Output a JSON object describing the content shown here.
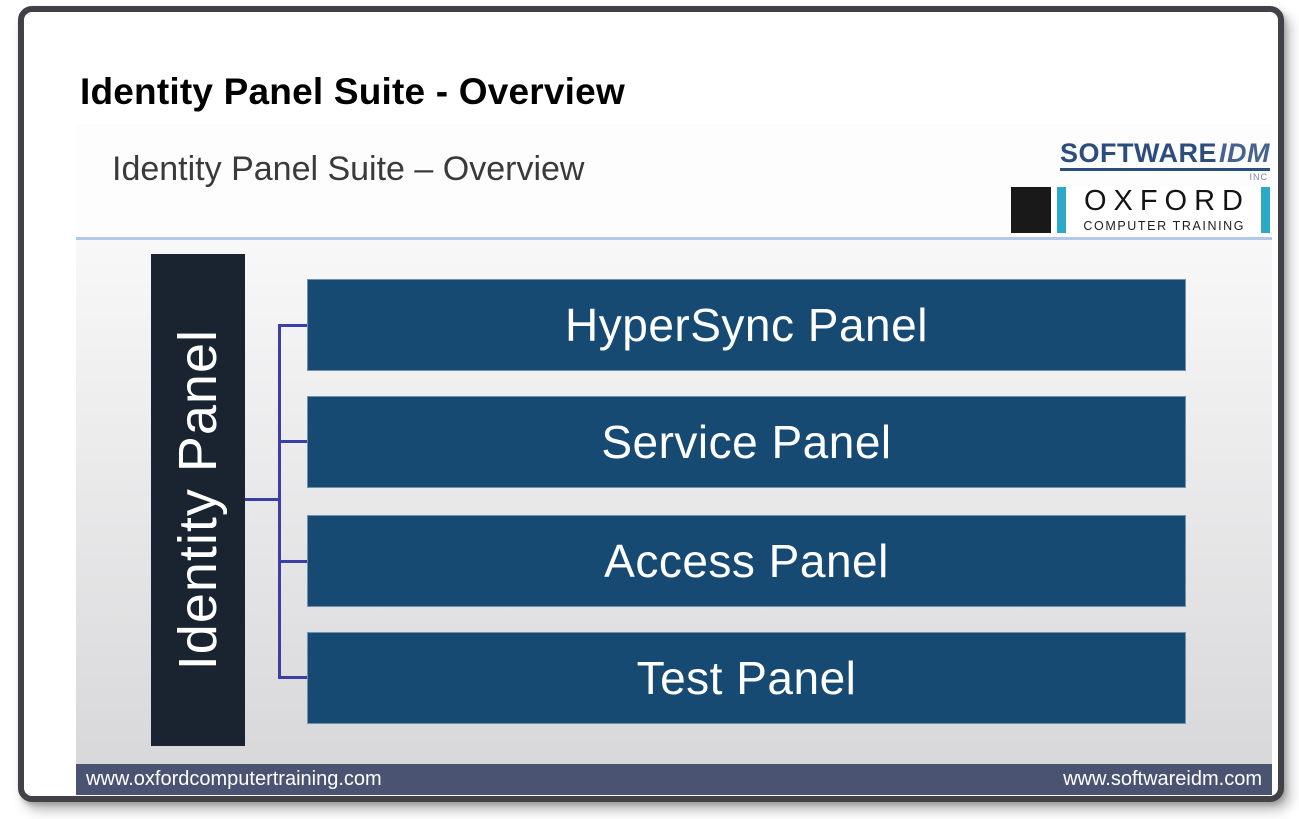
{
  "document": {
    "title": "Identity Panel Suite - Overview"
  },
  "slide": {
    "title": "Identity Panel Suite – Overview",
    "logos": {
      "softwareidm": {
        "brand": "SOFTWARE",
        "brand2": "IDM",
        "suffix": "INC"
      },
      "oxford": {
        "name": "OXFORD",
        "subtitle": "COMPUTER TRAINING"
      }
    },
    "diagram": {
      "root": "Identity Panel",
      "children": [
        "HyperSync Panel",
        "Service Panel",
        "Access Panel",
        "Test Panel"
      ]
    },
    "footer": {
      "left": "www.oxfordcomputertraining.com",
      "right": "www.softwareidm.com"
    },
    "colors": {
      "panel_blue": "#164a72",
      "root_box_navy": "#1a2330",
      "connector_indigo": "#3d3da8",
      "footer_slate": "#4a5472",
      "divider_rule_blue": "#b3c7e8",
      "oxford_teal": "#2ba9c7",
      "softwareidm_blue": "#2d4d7d"
    }
  }
}
